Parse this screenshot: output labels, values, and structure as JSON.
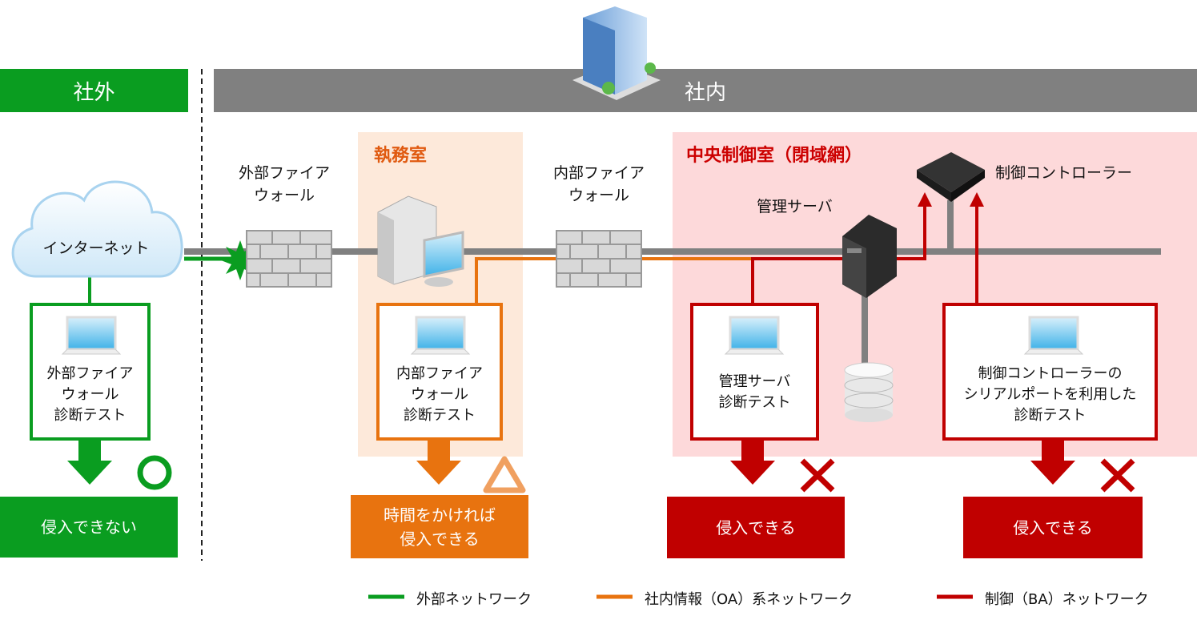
{
  "colors": {
    "external": "#0a9d20",
    "oa": "#e8730f",
    "ba": "#c00000",
    "backbone": "#808080",
    "office_bg": "#fde9da",
    "control_bg": "#fdd9da"
  },
  "zones": {
    "outside": "社外",
    "inside": "社内"
  },
  "rooms": {
    "office": "執務室",
    "control": "中央制御室（閉域網）"
  },
  "nodes": {
    "internet": "インターネット",
    "external_fw": [
      "外部ファイア",
      "ウォール"
    ],
    "internal_fw": [
      "内部ファイア",
      "ウォール"
    ],
    "mgmt_server": "管理サーバ",
    "controller": "制御コントローラー"
  },
  "tests": [
    {
      "label": "外部ファイア\nウォール\n診断テスト",
      "icon": "laptop-icon",
      "verdict_icon": "circle-icon",
      "result": "侵入できない"
    },
    {
      "label": "内部ファイア\nウォール\n診断テスト",
      "icon": "laptop-icon",
      "verdict_icon": "triangle-icon",
      "result": "時間をかければ\n侵入できる"
    },
    {
      "label": "管理サーバ\n診断テスト",
      "icon": "laptop-icon",
      "verdict_icon": "cross-icon",
      "result": "侵入できる"
    },
    {
      "label": "制御コントローラーの\nシリアルポートを利用した\n診断テスト",
      "icon": "laptop-icon",
      "verdict_icon": "cross-icon",
      "result": "侵入できる"
    }
  ],
  "legend": [
    {
      "label": "外部ネットワーク",
      "color": "#0a9d20"
    },
    {
      "label": "社内情報（OA）系ネットワーク",
      "color": "#e8730f"
    },
    {
      "label": "制御（BA）ネットワーク",
      "color": "#c00000"
    }
  ]
}
